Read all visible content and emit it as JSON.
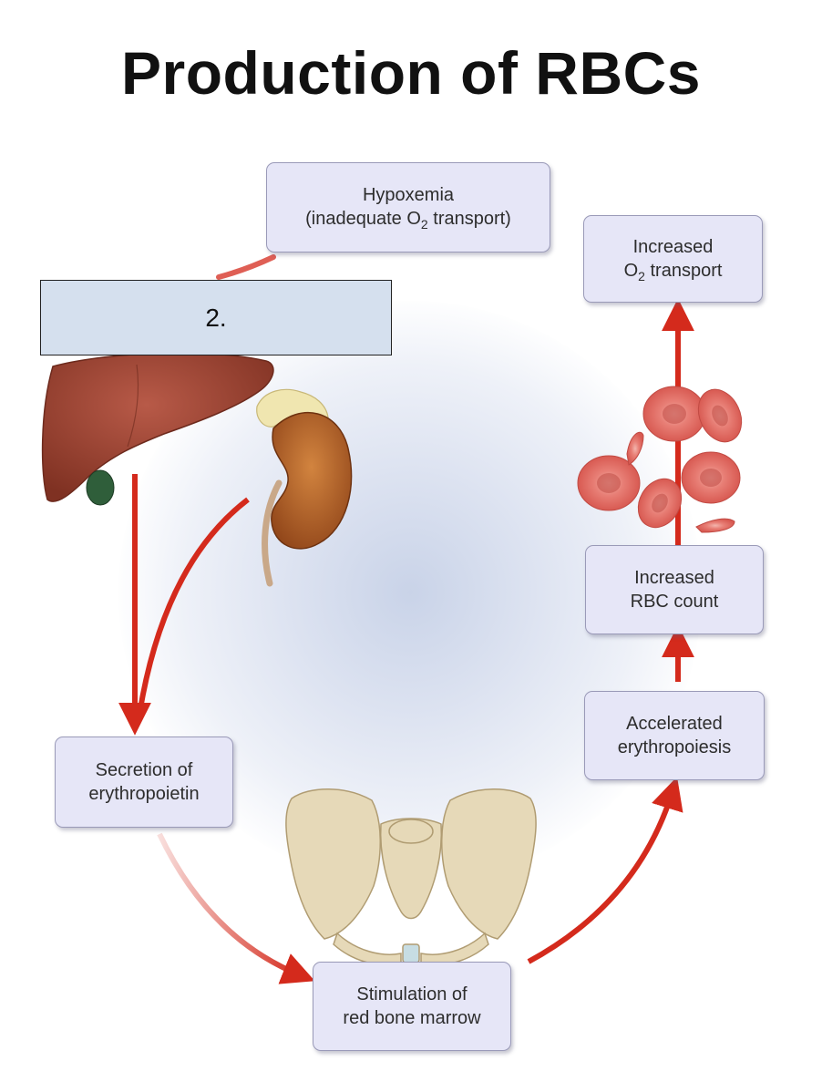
{
  "title": "Production of RBCs",
  "answer_box": {
    "label": "2."
  },
  "nodes": {
    "hypoxemia": {
      "line1": "Hypoxemia",
      "line2_pre": "(inadequate O",
      "line2_sub": "2",
      "line2_post": " transport)"
    },
    "increased_o2": {
      "line1": "Increased",
      "line2_pre": "O",
      "line2_sub": "2",
      "line2_post": " transport"
    },
    "increased_rbc": {
      "line1": "Increased",
      "line2": "RBC count"
    },
    "accelerated": {
      "line1": "Accelerated",
      "line2": "erythropoiesis"
    },
    "secretion": {
      "line1": "Secretion of",
      "line2": "erythropoietin"
    },
    "stimulation": {
      "line1": "Stimulation of",
      "line2": "red bone marrow"
    }
  },
  "colors": {
    "arrow": "#d42a1c",
    "box_fill": "#e6e6f7",
    "box_border": "#9a9ab8",
    "answer_fill": "#d5e0ee",
    "liver": "#9c4433",
    "kidney": "#b4622c",
    "bone": "#e6d9b8",
    "rbc": "#e0726c"
  },
  "icons": [
    "liver-icon",
    "gallbladder-icon",
    "kidney-icon",
    "adrenal-gland-icon",
    "pelvis-icon",
    "red-blood-cells-icon"
  ]
}
